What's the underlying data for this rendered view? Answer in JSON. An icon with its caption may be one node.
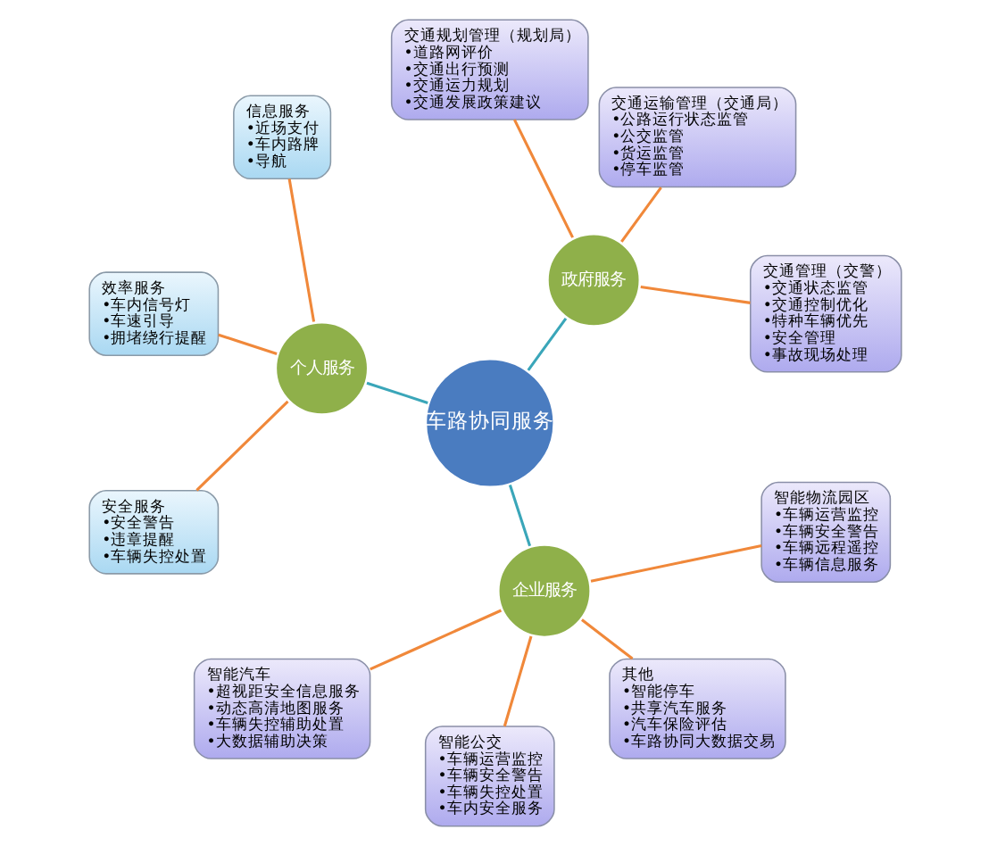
{
  "diagram": {
    "nodes": [
      {
        "text": [
          "交通管理（交警）",
          "•交通状态监管",
          "•交通控制优化",
          "•特种车辆优先",
          "•安全管理",
          "•事故现场处理"
        ]
      },
      {
        "text": [
          "交通运输管理（交通局）",
          "•公路运行状态监管",
          "•公交监管",
          "•货运监管",
          "•停车监管"
        ]
      },
      {
        "text": [
          "交通规划管理（规划局）",
          "•道路网评价",
          "•交通出行预测",
          "•交通运力规划",
          "•交通发展政策建议"
        ]
      },
      {
        "text": [
          "政府服务"
        ]
      },
      {
        "text": [
          "智能汽车",
          "•超视距安全信息服务",
          "•动态高清地图服务",
          "•车辆失控辅助处置",
          "•大数据辅助决策"
        ]
      },
      {
        "text": [
          "车路协同服务"
        ]
      },
      {
        "text": [
          "信息服务",
          "•近场支付",
          "•车内路牌",
          "•导航"
        ]
      },
      {
        "text": [
          "个人服务"
        ]
      },
      {
        "text": [
          "企业服务"
        ]
      },
      {
        "text": [
          "智能公交",
          "•车辆运营监控",
          "•车辆安全警告",
          "•车辆失控处置",
          "•车内安全服务"
        ]
      },
      {
        "text": [
          "效率服务",
          "•车内信号灯",
          "•车速引导",
          "•拥堵绕行提醒"
        ]
      },
      {
        "text": [
          "安全服务",
          "•安全警告",
          "•违章提醒",
          "•车辆失控处置"
        ]
      },
      {
        "text": [
          "其他",
          "•智能停车",
          "•共享汽车服务",
          "•汽车保险评估",
          "•车路协同大数据交易"
        ]
      },
      {
        "text": [
          "智能物流园区",
          "•车辆运营监控",
          "•车辆安全警告",
          "•车辆远程遥控",
          "•车辆信息服务"
        ]
      }
    ],
    "edges": [
      {
        "from": 3,
        "to": 0,
        "arrow": "none"
      },
      {
        "from": 3,
        "to": 1,
        "arrow": "none"
      },
      {
        "from": 3,
        "to": 2,
        "arrow": "none"
      },
      {
        "from": 5,
        "to": 3,
        "arrow": "none",
        "color": "#3aa6b9"
      },
      {
        "from": 5,
        "to": 7,
        "arrow": "none",
        "color": "#3aa6b9"
      },
      {
        "from": 5,
        "to": 8,
        "arrow": "none",
        "color": "#3aa6b9"
      },
      {
        "from": 7,
        "to": 6,
        "arrow": "none"
      },
      {
        "from": 7,
        "to": 10,
        "arrow": "none"
      },
      {
        "from": 7,
        "to": 11,
        "arrow": "none"
      },
      {
        "from": 8,
        "to": 4,
        "arrow": "none"
      },
      {
        "from": 8,
        "to": 9,
        "arrow": "none"
      },
      {
        "from": 8,
        "to": 13,
        "arrow": "none"
      },
      {
        "from": 8,
        "to": 12,
        "arrow": "none"
      }
    ]
  }
}
